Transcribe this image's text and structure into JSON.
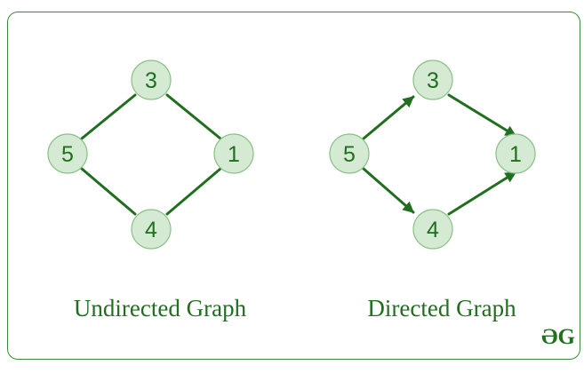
{
  "colors": {
    "accent": "#1f6f1f",
    "node_fill": "#d4ead3",
    "node_stroke": "#8cc18a",
    "border": "#3a8a3a"
  },
  "graphs": [
    {
      "caption": "Undirected Graph",
      "directed": false,
      "nodes": [
        "3",
        "5",
        "1",
        "4"
      ],
      "edges": [
        [
          "5",
          "3"
        ],
        [
          "3",
          "1"
        ],
        [
          "5",
          "4"
        ],
        [
          "4",
          "1"
        ]
      ]
    },
    {
      "caption": "Directed Graph",
      "directed": true,
      "nodes": [
        "3",
        "5",
        "1",
        "4"
      ],
      "edges": [
        [
          "5",
          "3"
        ],
        [
          "3",
          "1"
        ],
        [
          "5",
          "4"
        ],
        [
          "4",
          "1"
        ]
      ]
    }
  ],
  "logo": {
    "text": "ƏG",
    "icon": "geeksforgeeks-logo-icon"
  }
}
